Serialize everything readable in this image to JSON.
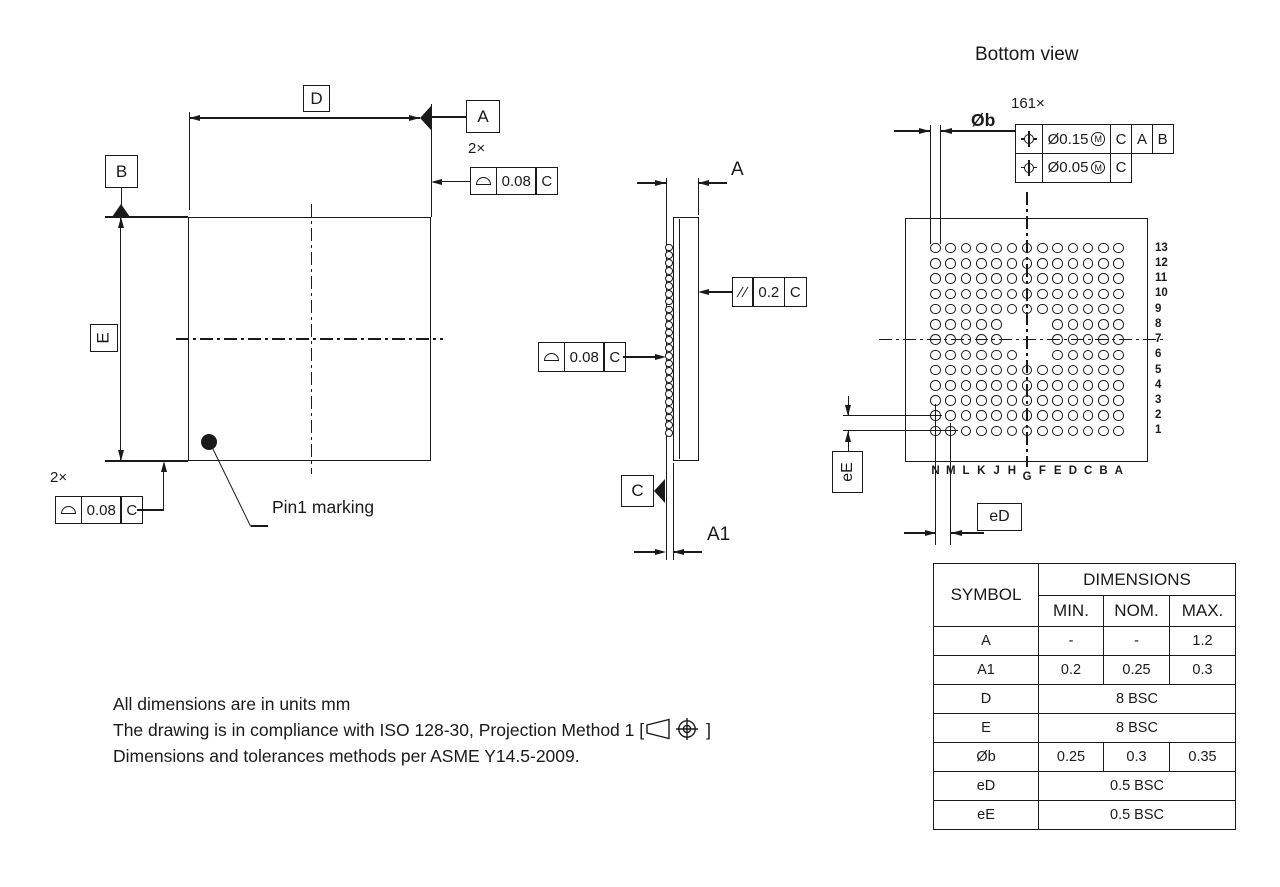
{
  "view_title": "Bottom view",
  "pin1_label": "Pin1 marking",
  "datums": {
    "a": "A",
    "b": "B",
    "c": "C"
  },
  "dims": {
    "d": "D",
    "e": "E",
    "a": "A",
    "a1": "A1",
    "ob": "Øb",
    "ed": "eD",
    "ee": "eE"
  },
  "counts": {
    "profile_top": "2×",
    "profile_bottom": "2×",
    "balls": "161×"
  },
  "fcf": {
    "profile": {
      "tol": "0.08",
      "datum": "C"
    },
    "parallel": {
      "sym": "//",
      "tol": "0.2",
      "datum": "C"
    },
    "pos1": {
      "tol": "Ø0.15",
      "mod": "M",
      "datums": [
        "C",
        "A",
        "B"
      ]
    },
    "pos2": {
      "tol": "Ø0.05",
      "mod": "M",
      "datum": "C"
    }
  },
  "grid": {
    "columns": [
      "N",
      "M",
      "L",
      "K",
      "J",
      "H",
      "G",
      "F",
      "E",
      "D",
      "C",
      "B",
      "A"
    ],
    "rows": [
      "13",
      "12",
      "11",
      "10",
      "9",
      "8",
      "7",
      "6",
      "5",
      "4",
      "3",
      "2",
      "1"
    ],
    "missing": {
      "8": [
        "H",
        "G",
        "F"
      ],
      "7": [
        "H",
        "G",
        "F"
      ],
      "6": [
        "G",
        "F"
      ]
    }
  },
  "table": {
    "symbol_header": "SYMBOL",
    "dims_header": "DIMENSIONS",
    "col_headers": [
      "MIN.",
      "NOM.",
      "MAX."
    ],
    "rows": [
      {
        "symbol": "A",
        "min": "-",
        "nom": "-",
        "max": "1.2"
      },
      {
        "symbol": "A1",
        "min": "0.2",
        "nom": "0.25",
        "max": "0.3"
      },
      {
        "symbol": "D",
        "span": "8 BSC"
      },
      {
        "symbol": "E",
        "span": "8 BSC"
      },
      {
        "symbol": "Øb",
        "min": "0.25",
        "nom": "0.3",
        "max": "0.35"
      },
      {
        "symbol": "eD",
        "span": "0.5 BSC"
      },
      {
        "symbol": "eE",
        "span": "0.5 BSC"
      }
    ]
  },
  "notes": {
    "line1": "All dimensions are in units mm",
    "line2_prefix": "The drawing is in compliance with ISO 128-30, Projection Method 1 [",
    "line2_suffix": "]",
    "line3": "Dimensions and tolerances methods per ASME Y14.5-2009."
  }
}
